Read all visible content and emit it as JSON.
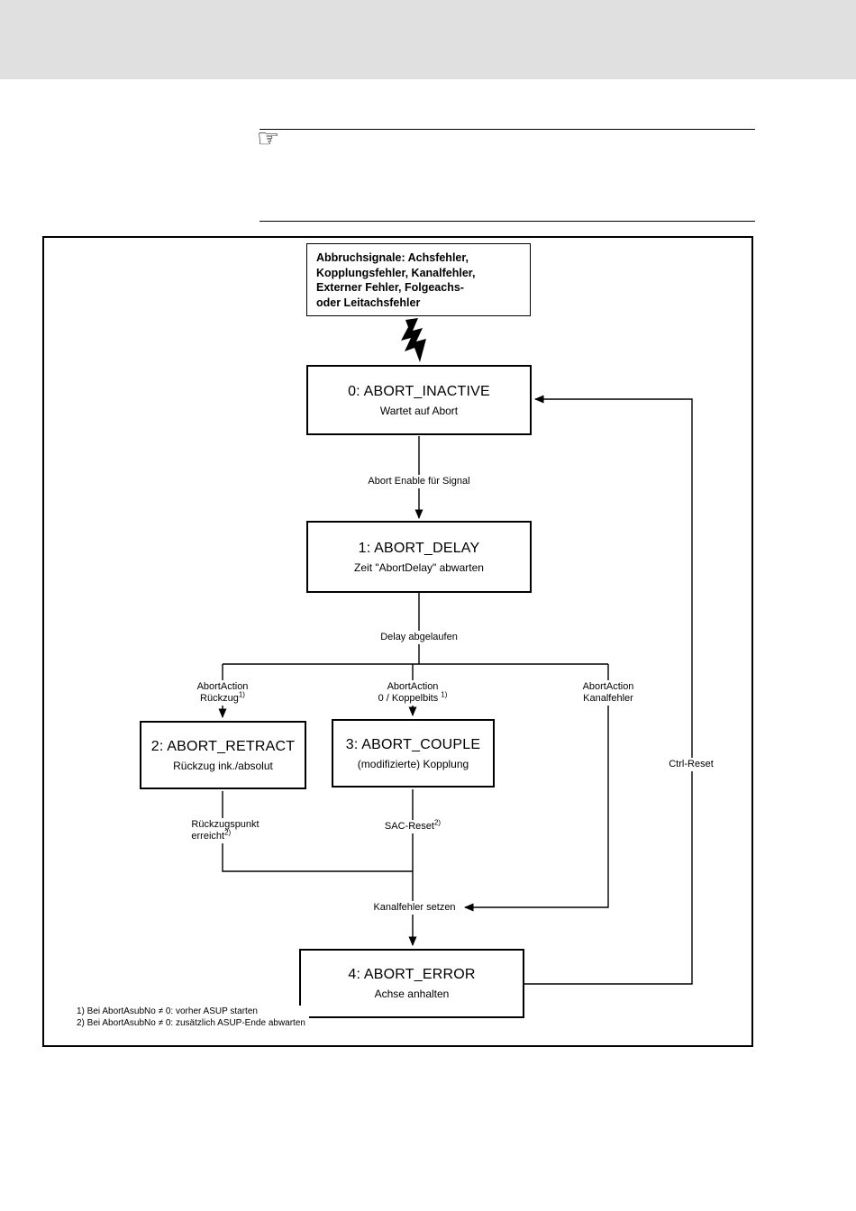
{
  "meta": {
    "background_color": "#ffffff",
    "header_band_color": "#e0e0e0",
    "line_color": "#000000"
  },
  "note": {
    "hand_icon": "☞"
  },
  "diagram": {
    "signal_box": {
      "lines": [
        "Abbruchsignale: Achsfehler,",
        "Kopplungsfehler, Kanalfehler,",
        "Externer Fehler, Folgeachs-",
        "oder Leitachsfehler"
      ]
    },
    "state0": {
      "title": "0: ABORT_INACTIVE",
      "subtitle": "Wartet auf Abort"
    },
    "state1": {
      "title": "1: ABORT_DELAY",
      "subtitle": "Zeit \"AbortDelay\" abwarten"
    },
    "state2": {
      "title": "2: ABORT_RETRACT",
      "subtitle": "Rückzug ink./absolut"
    },
    "state3": {
      "title": "3: ABORT_COUPLE",
      "subtitle": "(modifizierte) Kopplung"
    },
    "state4": {
      "title": "4: ABORT_ERROR",
      "subtitle": "Achse anhalten"
    },
    "labels": {
      "abort_enable": "Abort Enable für Signal",
      "delay_done": "Delay abgelaufen",
      "action_retract_line1": "AbortAction",
      "action_retract_line2": "Rückzug",
      "action_retract_sup": "1)",
      "action_couple_line1": "AbortAction",
      "action_couple_line2": "0 / Koppelbits",
      "action_couple_sup": "1)",
      "action_channel_line1": "AbortAction",
      "action_channel_line2": "Kanalfehler",
      "retract_point_line1": "Rückzugspunkt",
      "retract_point_line2": "erreicht",
      "retract_point_sup": "2)",
      "sac_reset": "SAC-Reset",
      "sac_reset_sup": "2)",
      "set_channel_error": "Kanalfehler setzen",
      "ctrl_reset": "Ctrl-Reset"
    },
    "footnotes": [
      "1) Bei AbortAsubNo ≠ 0: vorher ASUP starten",
      "2) Bei AbortAsubNo ≠ 0: zusätzlich ASUP-Ende abwarten"
    ]
  }
}
